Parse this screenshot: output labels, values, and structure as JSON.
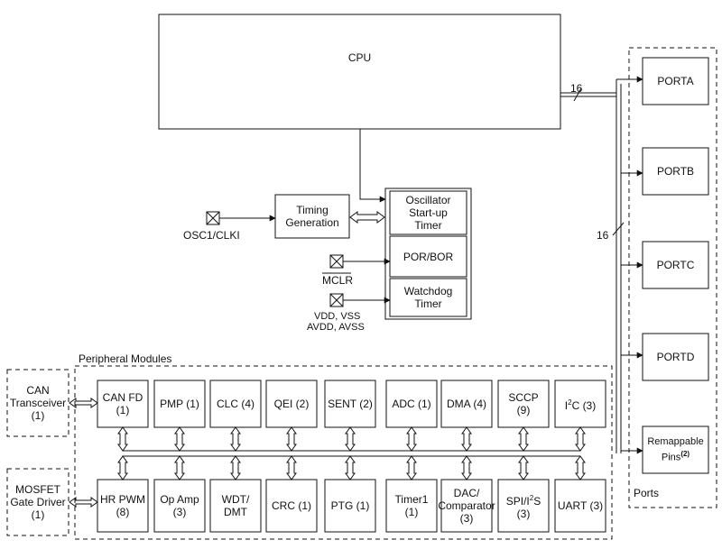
{
  "cpu": {
    "label": "CPU"
  },
  "ports": {
    "title": "Ports",
    "bus_width_top": "16",
    "bus_width_side": "16",
    "items": [
      {
        "name": "PORTA"
      },
      {
        "name": "PORTB"
      },
      {
        "name": "PORTC"
      },
      {
        "name": "PORTD"
      },
      {
        "name": "Remappable\nPins",
        "note": "(2)"
      }
    ]
  },
  "clock": {
    "timing_generation": "Timing\nGeneration",
    "oscillator_startup_timer": "Oscillator\nStart-up\nTimer",
    "por_bor": "POR/BOR",
    "watchdog_timer": "Watchdog\nTimer",
    "osc_pin": "OSC1/CLKI",
    "mclr_pin": "MCLR",
    "power_pins_line1": "VDD, VSS",
    "power_pins_line2": "AVDD, AVSS"
  },
  "peripherals": {
    "title": "Peripheral Modules",
    "top_row": [
      {
        "label": "CAN FD\n(1)"
      },
      {
        "label": "PMP (1)"
      },
      {
        "label": "CLC (4)"
      },
      {
        "label": "QEI (2)"
      },
      {
        "label": "SENT (2)"
      },
      {
        "label": "ADC (1)"
      },
      {
        "label": "DMA (4)"
      },
      {
        "label": "SCCP\n(9)"
      },
      {
        "label_pre": "I",
        "label_sup": "2",
        "label_post": "C (3)"
      }
    ],
    "bottom_row": [
      {
        "label": "HR PWM\n(8)"
      },
      {
        "label": "Op Amp\n(3)"
      },
      {
        "label": "WDT/\nDMT"
      },
      {
        "label": "CRC (1)"
      },
      {
        "label": "PTG (1)"
      },
      {
        "label": "Timer1\n(1)"
      },
      {
        "label": "DAC/\nComparator\n(3)"
      },
      {
        "label_pre": "SPI/I",
        "label_sup": "2",
        "label_post": "S\n(3)"
      },
      {
        "label": "UART (3)"
      }
    ]
  },
  "external": {
    "can_transceiver": "CAN\nTransceiver\n(1)",
    "mosfet_gate_driver": "MOSFET\nGate Driver\n(1)"
  }
}
